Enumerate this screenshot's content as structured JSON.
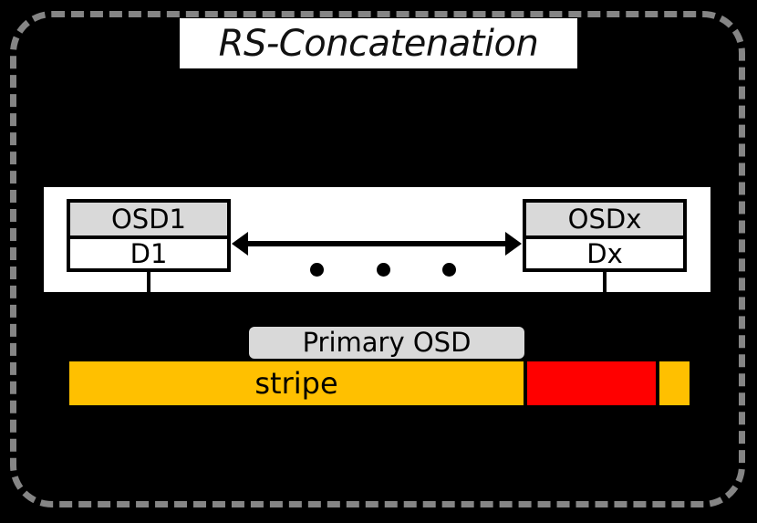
{
  "diagram": {
    "title": "RS-Concatenation",
    "osd_nodes": [
      {
        "header": "OSD1",
        "body": "D1"
      },
      {
        "header": "OSDx",
        "body": "Dx"
      }
    ],
    "ellipsis": [
      "•",
      "•",
      "•"
    ],
    "primary_label": "Primary OSD",
    "stripe": {
      "label": "stripe",
      "segments": [
        {
          "name": "data-segment",
          "color": "#FFC000",
          "label": "stripe"
        },
        {
          "name": "parity-segment",
          "color": "#FF0000",
          "label": ""
        },
        {
          "name": "tail-segment",
          "color": "#FFC000",
          "label": ""
        }
      ]
    },
    "colors": {
      "background": "#000000",
      "frame": "#858585",
      "panel": "#FFFFFF",
      "header_fill": "#D9D9D9",
      "amber": "#FFC000",
      "red": "#FF0000",
      "outline": "#000000"
    }
  }
}
